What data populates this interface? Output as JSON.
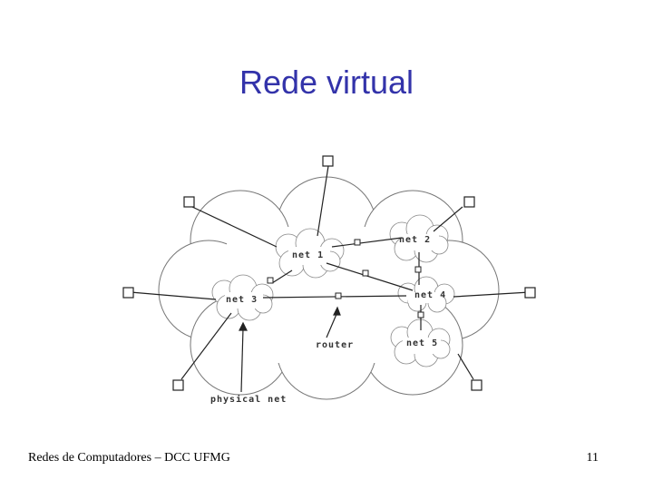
{
  "slide": {
    "title": "Rede virtual",
    "footer": "Redes de Computadores – DCC UFMG",
    "page_number": "11"
  },
  "diagram": {
    "networks": [
      "net 1",
      "net 2",
      "net 3",
      "net 4",
      "net 5"
    ],
    "labels": {
      "router": "router",
      "physical_net": "physical net"
    }
  }
}
